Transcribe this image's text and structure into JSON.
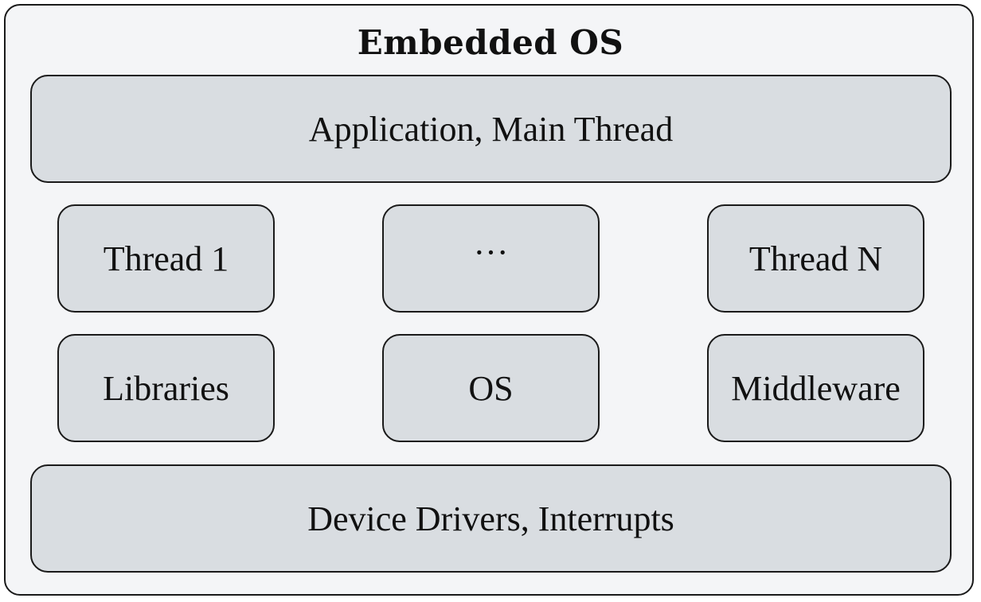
{
  "diagram": {
    "title": "Embedded OS",
    "layers": {
      "application": "Application, Main Thread",
      "threads": [
        "Thread 1",
        "···",
        "Thread N"
      ],
      "services": [
        "Libraries",
        "OS",
        "Middleware"
      ],
      "drivers": "Device Drivers, Interrupts"
    }
  }
}
